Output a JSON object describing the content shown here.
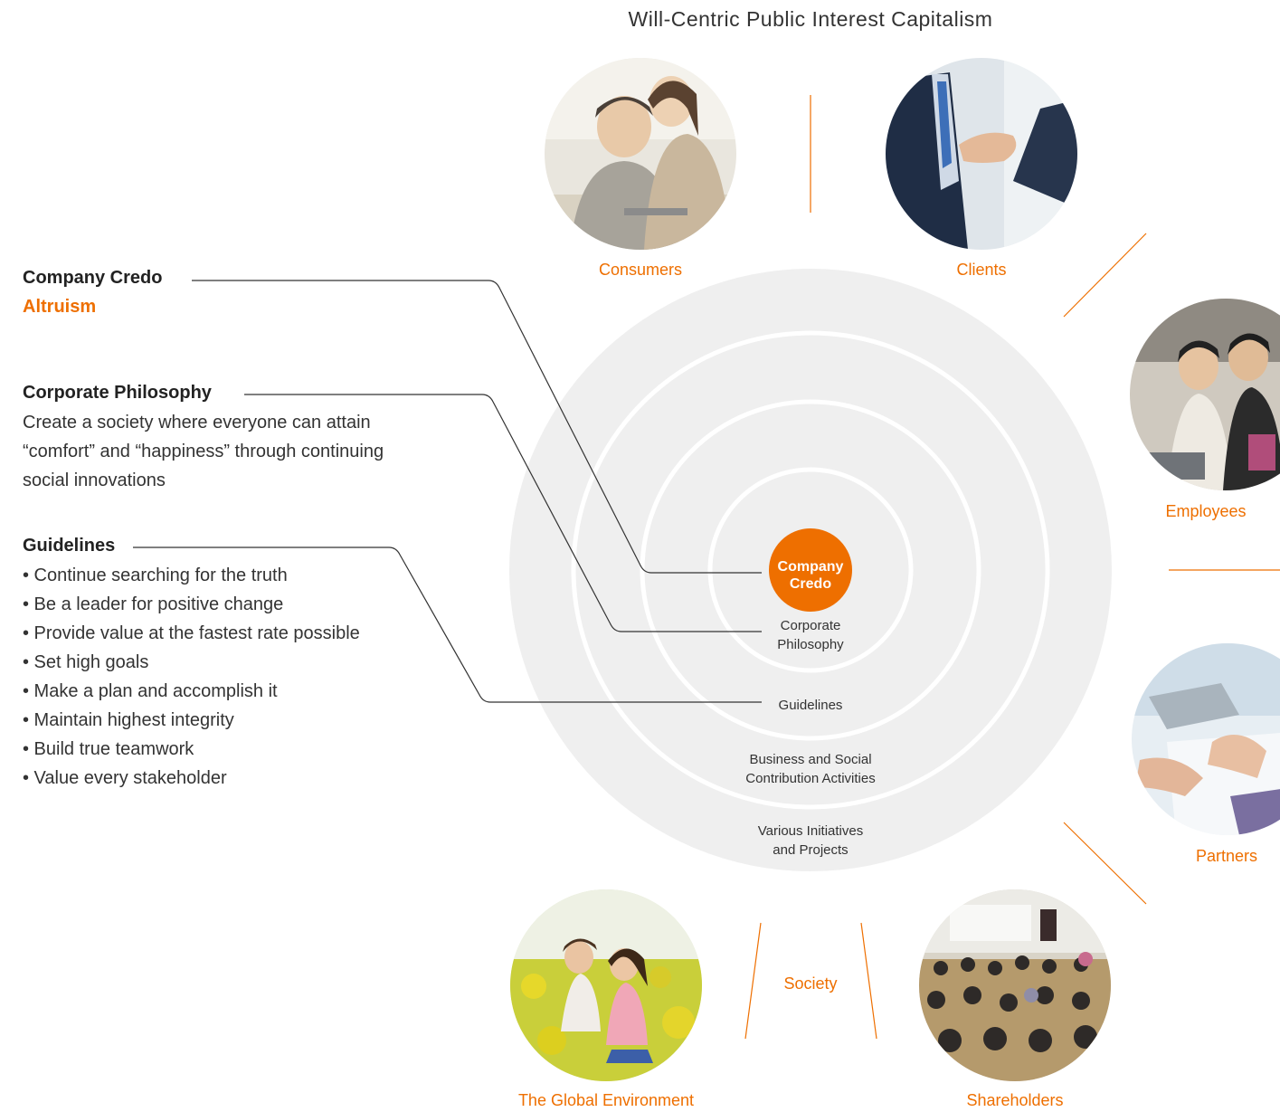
{
  "title": "Will-Centric Public Interest Capitalism",
  "credo": {
    "heading": "Company Credo",
    "value": "Altruism"
  },
  "philosophy": {
    "heading": "Corporate Philosophy",
    "lines": [
      "Create a society where everyone can attain",
      "“comfort” and “happiness” through continuing",
      "social innovations"
    ]
  },
  "guidelines": {
    "heading": "Guidelines",
    "items": [
      "• Continue searching for the truth",
      "• Be a leader for positive change",
      "• Provide value at the fastest rate possible",
      "• Set high goals",
      "• Make a plan and accomplish it",
      "• Maintain highest integrity",
      "• Build true teamwork",
      "• Value every stakeholder"
    ]
  },
  "center": {
    "line1": "Company",
    "line2": "Credo"
  },
  "rings": {
    "philosophy": [
      "Corporate",
      "Philosophy"
    ],
    "guidelines": "Guidelines",
    "business": [
      "Business and Social",
      "Contribution Activities"
    ],
    "initiatives": [
      "Various Initiatives",
      "and Projects"
    ]
  },
  "stakeholders": {
    "consumers": "Consumers",
    "clients": "Clients",
    "employees": "Employees",
    "partners": "Partners",
    "shareholders": "Shareholders",
    "global_environment": "The Global Environment",
    "society": "Society"
  },
  "photos": {
    "consumers": "photo-two-women-laptop",
    "clients": "photo-handshake",
    "employees": "photo-office-workers",
    "partners": "photo-documents-meeting",
    "shareholders": "photo-seminar-audience",
    "global_environment": "photo-children-flower-field"
  },
  "colors": {
    "accent": "#ee6f00",
    "ring_fill": "#efefef",
    "text": "#333333"
  }
}
